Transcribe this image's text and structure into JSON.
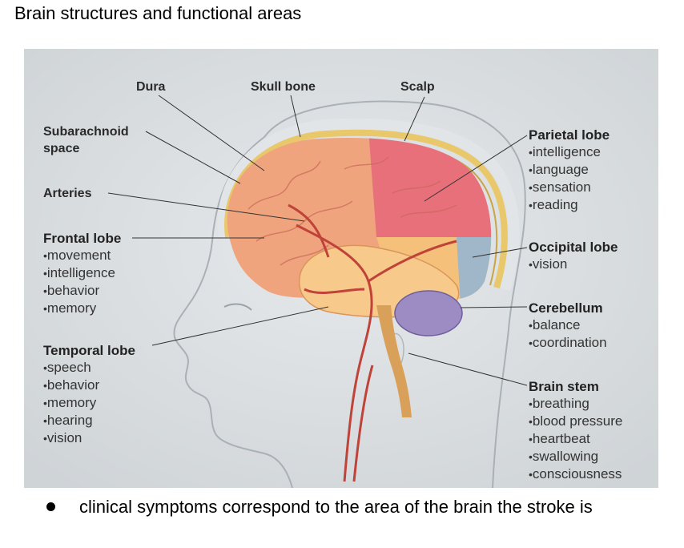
{
  "title": "Brain structures and functional areas",
  "labels": {
    "dura": "Dura",
    "skull_bone": "Skull bone",
    "scalp": "Scalp",
    "subarachnoid": [
      "Subarachnoid",
      "space"
    ],
    "arteries": "Arteries",
    "frontal": {
      "name": "Frontal lobe",
      "items": [
        "movement",
        "intelligence",
        "behavior",
        "memory"
      ]
    },
    "temporal": {
      "name": "Temporal lobe",
      "items": [
        "speech",
        "behavior",
        "memory",
        "hearing",
        "vision"
      ]
    },
    "parietal": {
      "name": "Parietal lobe",
      "items": [
        "intelligence",
        "language",
        "sensation",
        "reading"
      ]
    },
    "occipital": {
      "name": "Occipital lobe",
      "items": [
        "vision"
      ]
    },
    "cerebellum": {
      "name": "Cerebellum",
      "items": [
        "balance",
        "coordination"
      ]
    },
    "brainstem": {
      "name": "Brain stem",
      "items": [
        "breathing",
        "blood pressure",
        "heartbeat",
        "swallowing",
        "consciousness"
      ]
    }
  },
  "colors": {
    "background": "#d9dde0",
    "frontal_lobe": "#f0a47e",
    "parietal_lobe": "#e8707a",
    "occipital_lobe": "#f4c07a",
    "temporal_lobe": "#f7c98a",
    "cerebellum": "#9d8bc4",
    "brain_stem": "#d9a05a",
    "skull": "#e8c86a",
    "artery": "#c0433a"
  },
  "bullet_text": "clinical symptoms correspond to the area of the brain the stroke is"
}
